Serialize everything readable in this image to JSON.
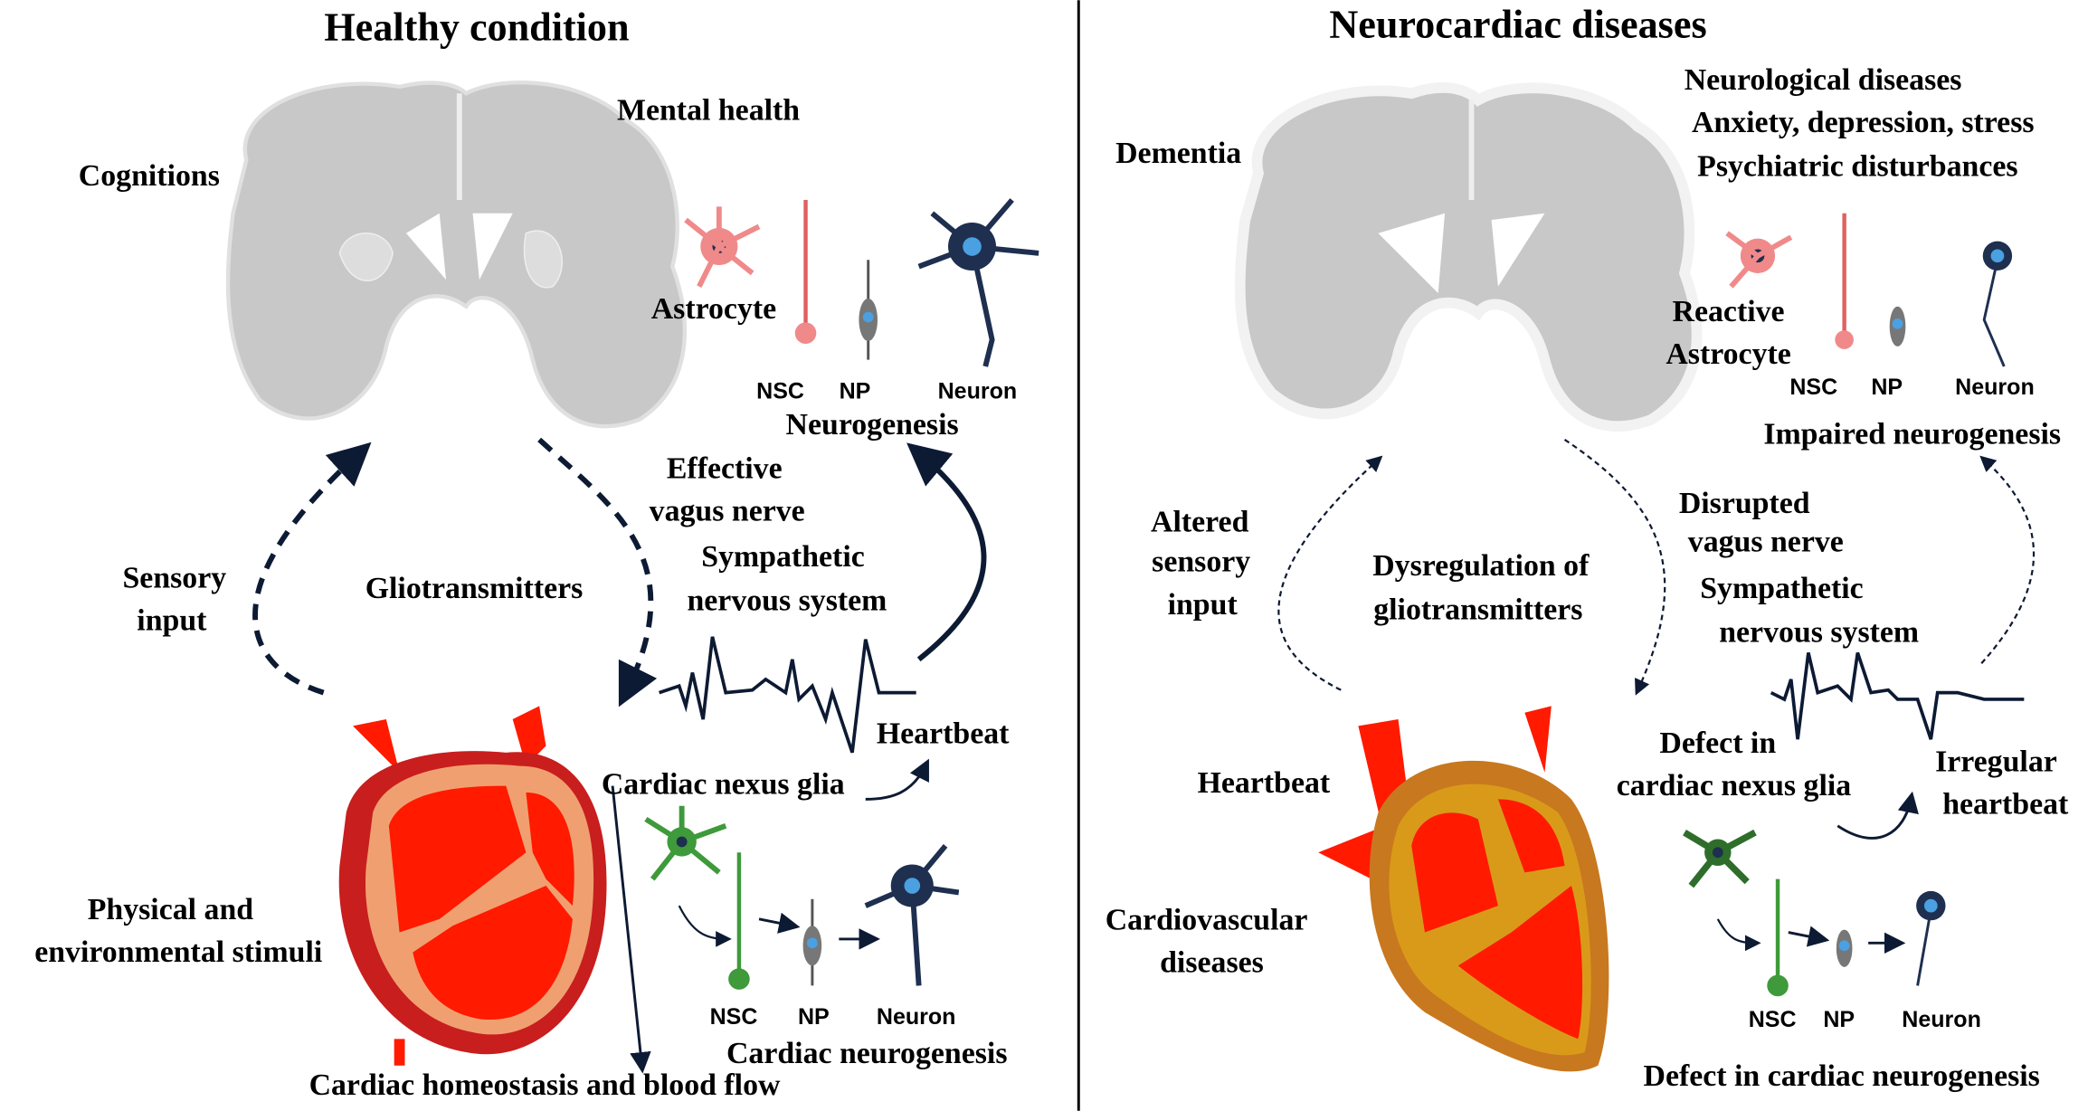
{
  "left": {
    "title": "Healthy condition",
    "mental_health": "Mental health",
    "cognitions": "Cognitions",
    "astrocyte": "Astrocyte",
    "nsc": "NSC",
    "np": "NP",
    "neuron": "Neuron",
    "neurogenesis": "Neurogenesis",
    "vagus": [
      "Effective",
      "vagus nerve",
      "Sympathetic",
      "nervous system"
    ],
    "sensory": [
      "Sensory",
      "input"
    ],
    "gliotransmitters": "Gliotransmitters",
    "heartbeat": "Heartbeat",
    "nexus_glia": "Cardiac nexus glia",
    "stimuli": [
      "Physical and",
      "environmental stimuli"
    ],
    "nsc2": "NSC",
    "np2": "NP",
    "neuron2": "Neuron",
    "cardiac_neurogenesis": "Cardiac neurogenesis",
    "homeostasis": "Cardiac  homeostasis and blood flow"
  },
  "right": {
    "title": "Neurocardiac diseases",
    "neuro": [
      "Neurological diseases",
      "Anxiety, depression, stress",
      "Psychiatric disturbances"
    ],
    "dementia": "Dementia",
    "reactive": [
      "Reactive",
      "Astrocyte"
    ],
    "nsc": "NSC",
    "np": "NP",
    "neuron": "Neuron",
    "impaired": "Impaired neurogenesis",
    "sensory": [
      "Altered",
      "sensory",
      "input"
    ],
    "dysreg": [
      "Dysregulation of",
      "gliotransmitters"
    ],
    "vagus": [
      "Disrupted",
      "vagus nerve",
      "Sympathetic",
      "nervous system"
    ],
    "heartbeat": "Heartbeat",
    "nexus": [
      "Defect in",
      "cardiac nexus glia"
    ],
    "irregular": [
      "Irregular",
      "heartbeat"
    ],
    "cvd": [
      "Cardiovascular",
      "diseases"
    ],
    "nsc2": "NSC",
    "np2": "NP",
    "neuron2": "Neuron",
    "defect_neurogenesis": "Defect in cardiac neurogenesis"
  },
  "colors": {
    "brain": "#c8c8c8",
    "brain_dark": "#b0b0b0",
    "heart": "#ff1a00",
    "heart_rim": "#d8433a",
    "heart_rim_disease": "#c8781e",
    "neuron": "#1e2f4f",
    "astro_pink": "#f08a8a",
    "glia_green": "#3e9a3a"
  }
}
